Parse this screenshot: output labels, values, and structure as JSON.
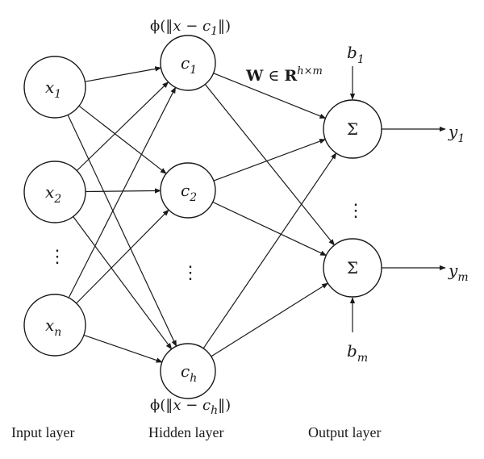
{
  "inputs": [
    {
      "symbol": "x",
      "sub": "1"
    },
    {
      "symbol": "x",
      "sub": "2"
    },
    {
      "symbol": "x",
      "sub": "n"
    }
  ],
  "hidden": [
    {
      "symbol": "c",
      "sub": "1"
    },
    {
      "symbol": "c",
      "sub": "2"
    },
    {
      "symbol": "c",
      "sub": "h"
    }
  ],
  "outputs": [
    {
      "symbol": "Σ",
      "result": "y",
      "result_sub": "1",
      "bias": "b",
      "bias_sub": "1"
    },
    {
      "symbol": "Σ",
      "result": "y",
      "result_sub": "m",
      "bias": "b",
      "bias_sub": "m"
    }
  ],
  "ellipsis": "⋮",
  "phi_top": {
    "phi": "ϕ",
    "open": "(‖",
    "x": "x",
    "minus": " − ",
    "c": "c",
    "sub": "1",
    "close": "‖)"
  },
  "phi_bottom": {
    "phi": "ϕ",
    "open": "(‖",
    "x": "x",
    "minus": " − ",
    "c": "c",
    "sub": "h",
    "close": "‖)"
  },
  "weight_matrix": {
    "W": "W",
    "in": " ∈ ",
    "R": "R",
    "sup": "h×m"
  },
  "layers": {
    "input": "Input layer",
    "hidden": "Hidden layer",
    "output": "Output layer"
  }
}
